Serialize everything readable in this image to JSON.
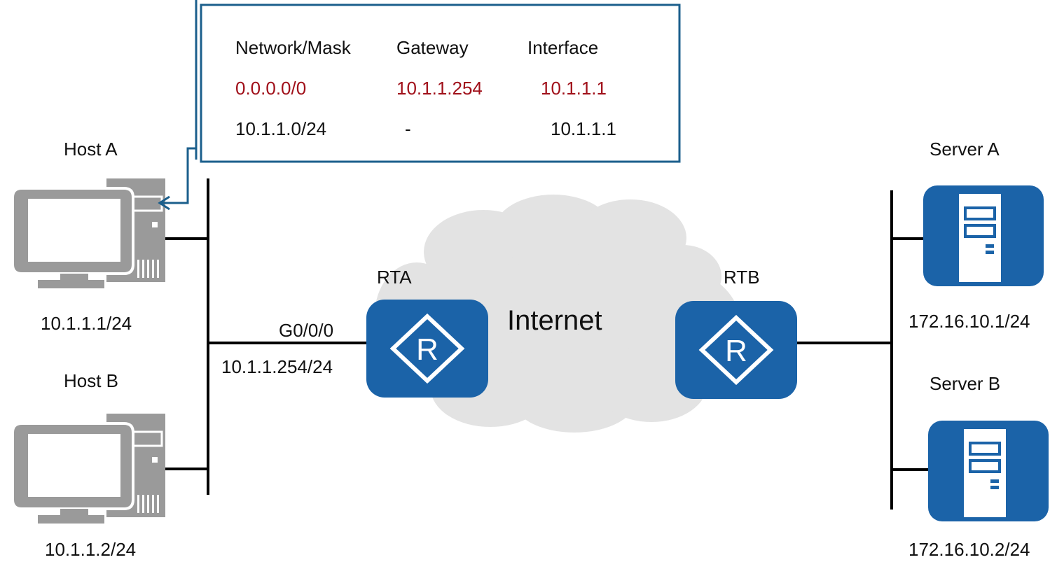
{
  "routing_table": {
    "headers": [
      "Network/Mask",
      "Gateway",
      "Interface"
    ],
    "rows": [
      {
        "network": "0.0.0.0/0",
        "gateway": "10.1.1.254",
        "interface": "10.1.1.1",
        "highlight": true
      },
      {
        "network": "10.1.1.0/24",
        "gateway": "-",
        "interface": "10.1.1.1",
        "highlight": false
      }
    ]
  },
  "hosts": [
    {
      "name": "Host A",
      "ip": "10.1.1.1/24"
    },
    {
      "name": "Host B",
      "ip": "10.1.1.2/24"
    }
  ],
  "servers": [
    {
      "name": "Server A",
      "ip": "172.16.10.1/24"
    },
    {
      "name": "Server B",
      "ip": "172.16.10.2/24"
    }
  ],
  "routers": [
    {
      "name": "RTA",
      "symbol": "R",
      "port": "G0/0/0",
      "port_ip": "10.1.1.254/24"
    },
    {
      "name": "RTB",
      "symbol": "R"
    }
  ],
  "cloud_label": "Internet",
  "colors": {
    "device_blue": "#1B63A8",
    "computer_gray": "#9A9A9A",
    "cloud_gray": "#E3E3E3",
    "callout_border": "#1B5F8C",
    "highlight_red": "#A0101A",
    "line_black": "#000000"
  }
}
